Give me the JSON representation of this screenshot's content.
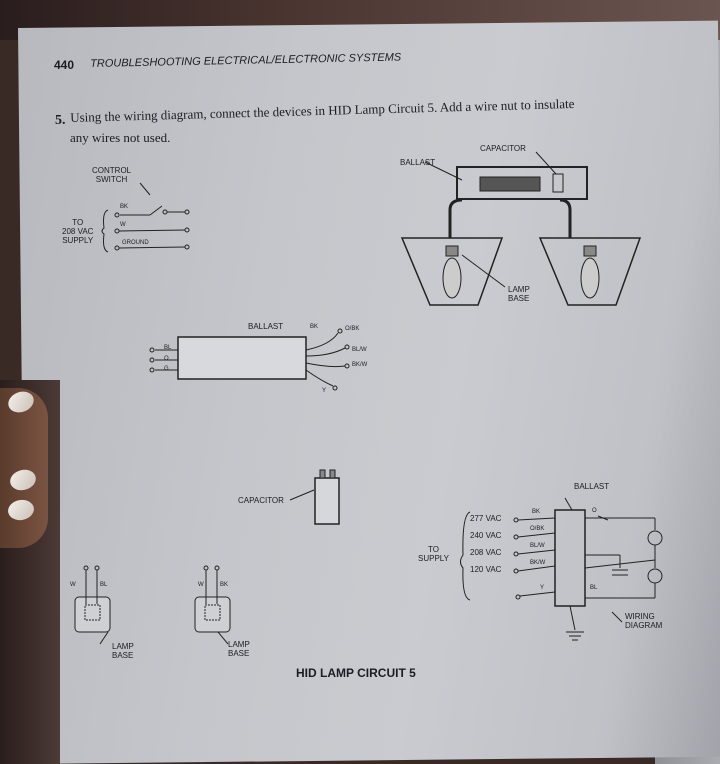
{
  "header": {
    "page_number": "440",
    "running_title": "TROUBLESHOOTING ELECTRICAL/ELECTRONIC SYSTEMS"
  },
  "question": {
    "number": "5.",
    "line1": "Using the wiring diagram, connect the devices in HID Lamp Circuit 5. Add a wire nut to insulate",
    "line2": "any wires not used."
  },
  "switch_diagram": {
    "control_switch": "CONTROL\nSWITCH",
    "supply": "TO\n208 VAC\nSUPPLY",
    "bk": "BK",
    "w": "W",
    "ground": "GROUND"
  },
  "fixture_diagram": {
    "ballast": "BALLAST",
    "capacitor": "CAPACITOR",
    "lamp_base": "LAMP\nBASE"
  },
  "ballast_component": {
    "label": "BALLAST",
    "bk": "BK",
    "obk": "O/BK",
    "blw": "BL/W",
    "bkw": "BK/W",
    "y": "Y",
    "bl": "BL",
    "o": "O",
    "g": "G"
  },
  "capacitor_component": {
    "label": "CAPACITOR"
  },
  "lamp_bases": [
    {
      "left": "W",
      "right": "BL",
      "label": "LAMP\nBASE"
    },
    {
      "left": "W",
      "right": "BK",
      "label": "LAMP\nBASE"
    }
  ],
  "wiring_diagram": {
    "ballast": "BALLAST",
    "to_supply": "TO\nSUPPLY",
    "v277": "277 VAC",
    "v240": "240 VAC",
    "v208": "208 VAC",
    "v120": "120 VAC",
    "bk": "BK",
    "obk": "O/BK",
    "blw": "BL/W",
    "bkw": "BK/W",
    "y": "Y",
    "o": "O",
    "bl": "BL",
    "label": "WIRING\nDIAGRAM"
  },
  "circuit_title": "HID LAMP CIRCUIT 5"
}
